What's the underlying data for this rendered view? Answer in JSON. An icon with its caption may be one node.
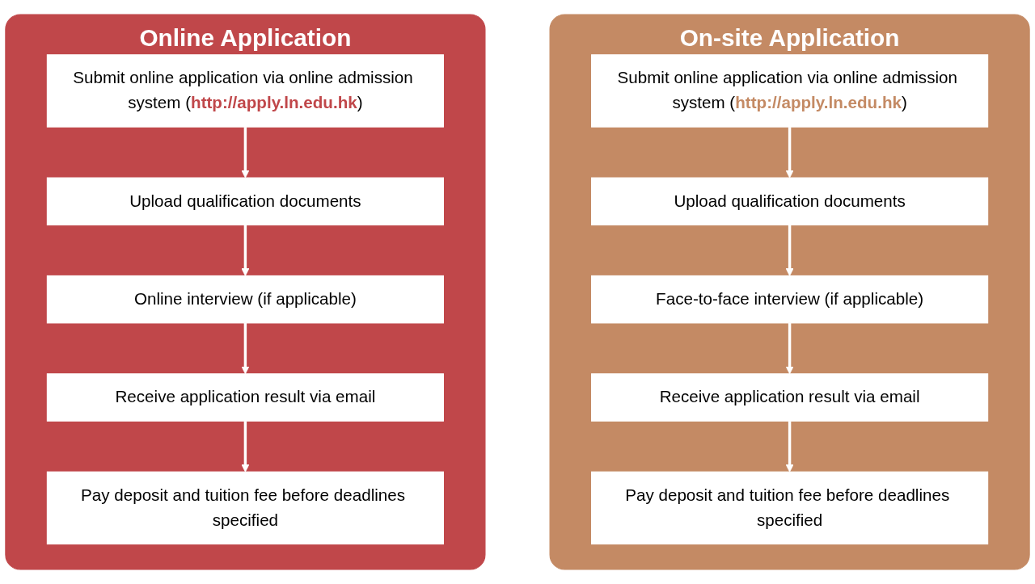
{
  "diagram": {
    "nodes": [
      {
        "text": [
          "Online Application"
        ]
      },
      {
        "text": [
          "Submit online application via online admission system (**http://apply.ln.edu.hk**)"
        ],
        "in": 0
      },
      {
        "text": [
          "Upload qualification documents"
        ],
        "in": 0
      },
      {
        "text": [
          "Online interview (if applicable)"
        ],
        "in": 0
      },
      {
        "text": [
          "Receive application result via email"
        ],
        "in": 0
      },
      {
        "text": [
          "Pay deposit and tuition fee before deadlines specified"
        ],
        "in": 0
      },
      {
        "text": [
          "On-site Application"
        ]
      },
      {
        "text": [
          "Submit online application via online admission system (**http://apply.ln.edu.hk**)"
        ],
        "in": 6
      },
      {
        "text": [
          "Upload qualification documents"
        ],
        "in": 6
      },
      {
        "text": [
          "Face-to-face interview (if applicable)"
        ],
        "in": 6
      },
      {
        "text": [
          "Receive application result via email"
        ],
        "in": 6
      },
      {
        "text": [
          "Pay deposit and tuition fee before deadlines specified"
        ],
        "in": 6
      }
    ],
    "edges": [
      {
        "from": 1,
        "to": 2,
        "arrow": "to"
      },
      {
        "from": 2,
        "to": 3,
        "arrow": "to"
      },
      {
        "from": 3,
        "to": 4,
        "arrow": "to"
      },
      {
        "from": 4,
        "to": 5,
        "arrow": "to"
      },
      {
        "from": 7,
        "to": 8,
        "arrow": "to"
      },
      {
        "from": 8,
        "to": 9,
        "arrow": "to"
      },
      {
        "from": 9,
        "to": 10,
        "arrow": "to"
      },
      {
        "from": 10,
        "to": 11,
        "arrow": "to"
      }
    ]
  }
}
